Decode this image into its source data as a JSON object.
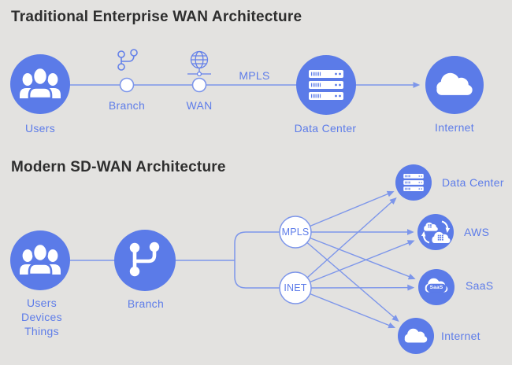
{
  "colors": {
    "background": "#e3e2e0",
    "primary_blue": "#5b7be8",
    "line_blue": "#7d96ea",
    "label_blue": "#5d7ce9",
    "title_dark": "#2e2e2e",
    "icon_white": "#ffffff"
  },
  "traditional": {
    "title": "Traditional Enterprise WAN Architecture",
    "users_label": "Users",
    "branch_label": "Branch",
    "wan_label": "WAN",
    "mpls_link_label": "MPLS",
    "datacenter_label": "Data Center",
    "internet_label": "Internet"
  },
  "modern": {
    "title": "Modern SD-WAN Architecture",
    "users_labels": [
      "Users",
      "Devices",
      "Things"
    ],
    "branch_label": "Branch",
    "mpls_node_label": "MPLS",
    "inet_node_label": "INET",
    "datacenter_label": "Data Center",
    "aws_label": "AWS",
    "saas_label": "SaaS",
    "saas_icon_text": "SaaS",
    "internet_label": "Internet",
    "connections": [
      "MPLS > Data Center",
      "MPLS > AWS",
      "MPLS > SaaS",
      "MPLS > Internet",
      "INET > Data Center",
      "INET > AWS",
      "INET > SaaS",
      "INET > Internet"
    ]
  }
}
